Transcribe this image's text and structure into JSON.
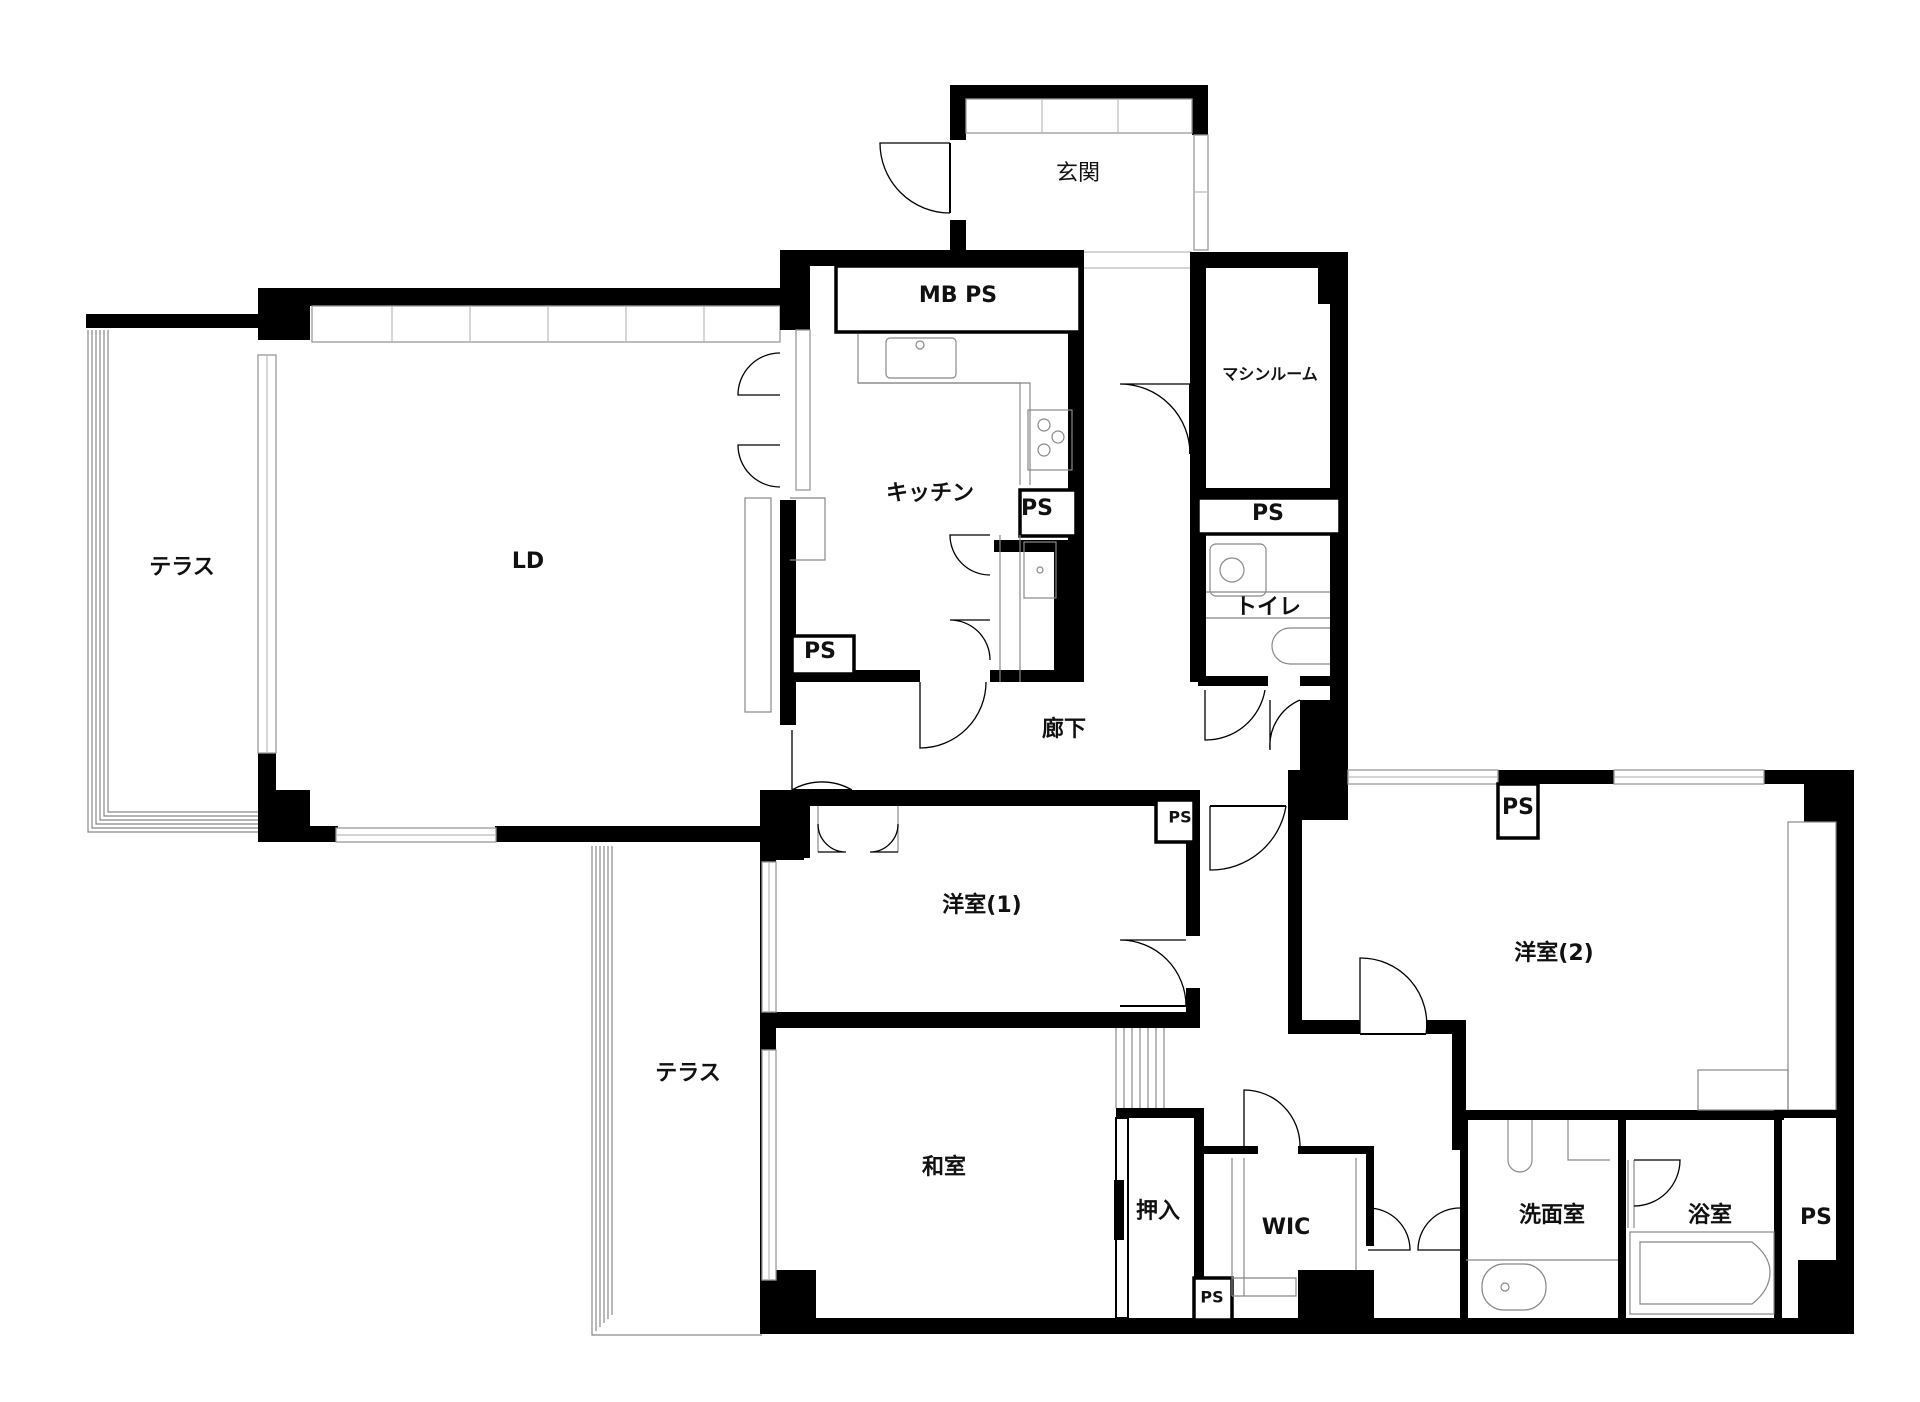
{
  "rooms": {
    "genkan": "玄関",
    "mbps": "MB PS",
    "machine_room": "マシンルーム",
    "kitchen": "キッチン",
    "ld": "LD",
    "terrace_west": "テラス",
    "terrace_south": "テラス",
    "corridor": "廊下",
    "toilet": "トイレ",
    "western1": "洋室(1)",
    "western2": "洋室(2)",
    "japanese": "和室",
    "closet": "押入",
    "wic": "WIC",
    "washroom": "洗面室",
    "bathroom": "浴室"
  },
  "ps_labels": {
    "kitchen_ps": "PS",
    "kitchen_ps_small": "PS",
    "hall_ps": "PS",
    "west1_ps": "PS",
    "west2_ps": "PS",
    "wic_ps": "PS",
    "bath_ps": "PS"
  },
  "colors": {
    "wall": "#000000",
    "background": "#ffffff",
    "fixture": "#888888"
  }
}
